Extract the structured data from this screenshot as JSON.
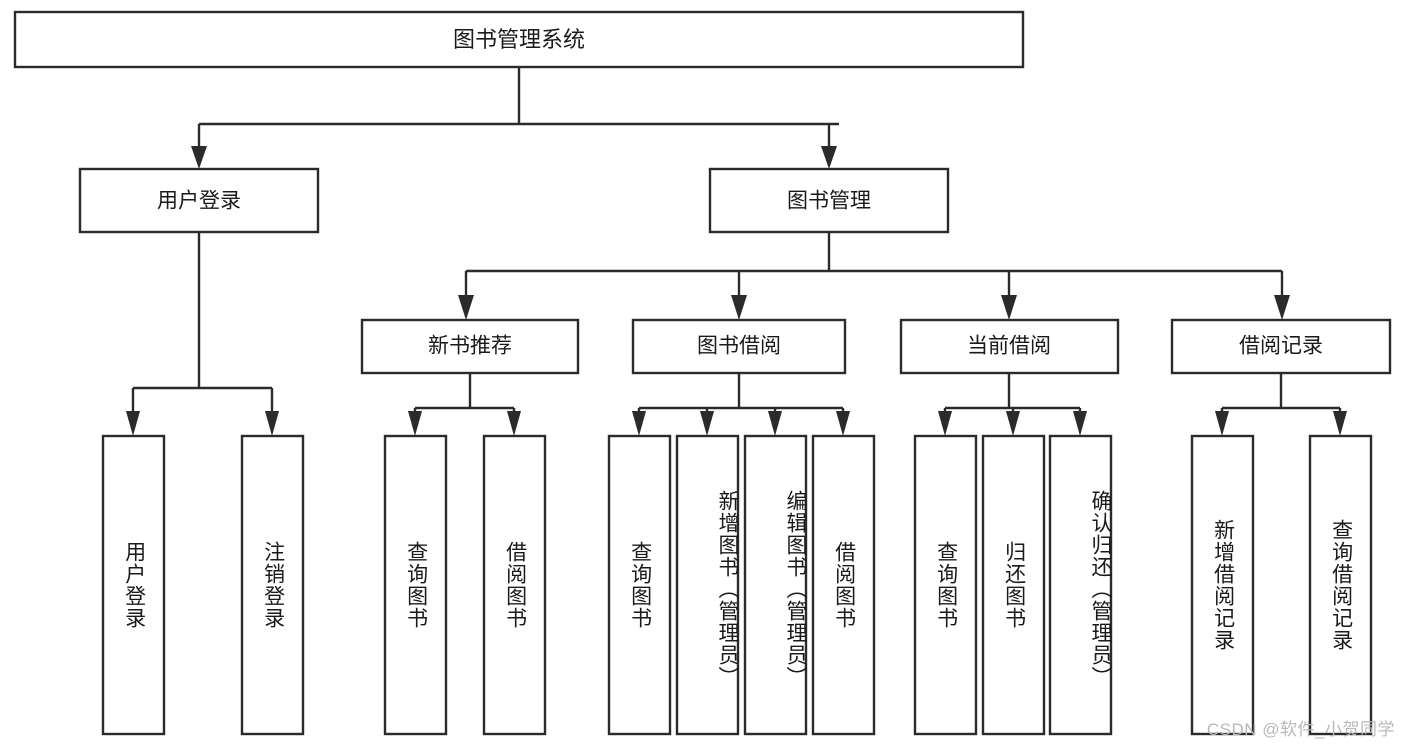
{
  "diagram": {
    "type": "tree",
    "title": "图书管理系统",
    "orientation": "top-down",
    "watermark": "CSDN @软件_小贺同学",
    "colors": {
      "box_fill": "#ffffff",
      "box_stroke": "#2b2b2b",
      "connector": "#2b2b2b",
      "text": "#1a1a1a",
      "watermark": "#b9b9b9",
      "background": "#ffffff"
    },
    "root": {
      "label": "图书管理系统"
    },
    "level2": [
      {
        "label": "用户登录"
      },
      {
        "label": "图书管理"
      }
    ],
    "level3": [
      {
        "label": "新书推荐"
      },
      {
        "label": "图书借阅"
      },
      {
        "label": "当前借阅"
      },
      {
        "label": "借阅记录"
      }
    ],
    "leaves": {
      "user_login": [
        {
          "label": "用户登录"
        },
        {
          "label": "注销登录"
        }
      ],
      "new_book_recommend": [
        {
          "label": "查询图书"
        },
        {
          "label": "借阅图书"
        }
      ],
      "book_borrow": [
        {
          "label": "查询图书"
        },
        {
          "label": "新增图书（管理员）"
        },
        {
          "label": "编辑图书（管理员）"
        },
        {
          "label": "借阅图书"
        }
      ],
      "current_borrow": [
        {
          "label": "查询图书"
        },
        {
          "label": "归还图书"
        },
        {
          "label": "确认归还（管理员）"
        }
      ],
      "borrow_record": [
        {
          "label": "新增借阅记录"
        },
        {
          "label": "查询借阅记录"
        }
      ]
    }
  }
}
